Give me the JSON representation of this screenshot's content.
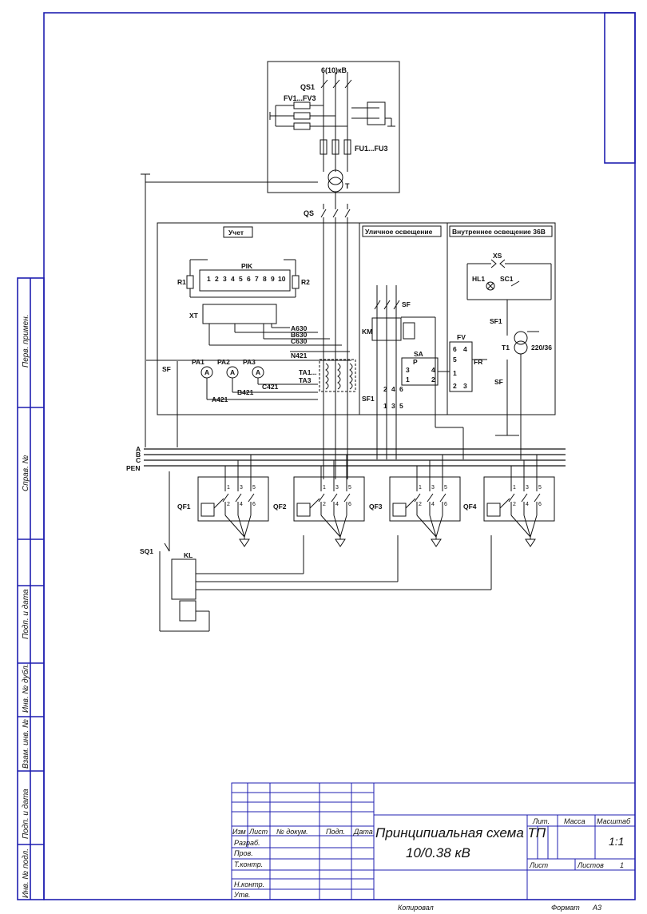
{
  "colors": {
    "frame": "#1f1fb0",
    "ink": "#111111"
  },
  "hv": {
    "voltage": "6(10)кВ",
    "disconnector": "QS1",
    "arresters": "FV1...FV3",
    "fuses": "FU1...FU3",
    "transformer": "T",
    "switch": "QS"
  },
  "metering": {
    "title": "Учет",
    "meter": "PIK",
    "terminals": [
      "1",
      "2",
      "3",
      "4",
      "5",
      "6",
      "7",
      "8",
      "9",
      "10"
    ],
    "r1": "R1",
    "r2": "R2",
    "terminal_block": "XT",
    "wires": [
      "A630",
      "B630",
      "C630",
      "N421"
    ],
    "ammeters": [
      "PA1",
      "PA2",
      "PA3"
    ],
    "ammeter_symbol": "A",
    "ct_labels": [
      "TA1...",
      "TA3"
    ],
    "wire_c421": "C421",
    "wire_b421": "B421",
    "wire_a421": "A421",
    "sf": "SF"
  },
  "street": {
    "title": "Уличное освещение",
    "sf": "SF",
    "km": "KM",
    "sa": "SA",
    "sa_p": "P",
    "sa_terms": [
      "3",
      "1",
      "4",
      "2"
    ],
    "fv": "FV",
    "fv_terms": [
      "6",
      "4",
      "5",
      "1",
      "2",
      "3"
    ],
    "fr": "FR",
    "sf1": "SF1",
    "km_out": [
      "2",
      "4",
      "6"
    ],
    "sf1_out": [
      "1",
      "3",
      "5"
    ]
  },
  "indoor": {
    "title": "Внутреннее освещение 36В",
    "xs": "XS",
    "hl1": "HL1",
    "sc1": "SC1",
    "sf1": "SF1",
    "t1": "T1",
    "ratio": "220/36",
    "sf": "SF"
  },
  "bus": {
    "labels": [
      "A",
      "B",
      "C",
      "PEN"
    ]
  },
  "feeders": [
    {
      "label": "QF1",
      "top": [
        "1",
        "3",
        "5"
      ],
      "bottom": [
        "2",
        "4",
        "6"
      ]
    },
    {
      "label": "QF2",
      "top": [
        "1",
        "3",
        "5"
      ],
      "bottom": [
        "2",
        "4",
        "6"
      ]
    },
    {
      "label": "QF3",
      "top": [
        "1",
        "3",
        "5"
      ],
      "bottom": [
        "2",
        "4",
        "6"
      ]
    },
    {
      "label": "QF4",
      "top": [
        "1",
        "3",
        "5"
      ],
      "bottom": [
        "2",
        "4",
        "6"
      ]
    }
  ],
  "control": {
    "sq1": "SQ1",
    "kl": "KL"
  },
  "side_stamps": [
    "Перв. примен.",
    "Справ. №",
    "Подп. и дата",
    "Инв. № дубл.",
    "Взам. инв. №",
    "Подп. и дата",
    "Инв. № подл."
  ],
  "title_block": {
    "headers": [
      "Изм",
      "Лист",
      "№ докум.",
      "Подп.",
      "Дата"
    ],
    "roles": [
      "Разраб.",
      "Пров.",
      "Т.контр.",
      "Н.контр.",
      "Утв."
    ],
    "title_line1": "Принципиальная схема ТП",
    "title_line2": "10/0.38 кВ",
    "lit": "Лит.",
    "mass": "Масса",
    "scale_label": "Масштаб",
    "scale": "1:1",
    "sheet": "Лист",
    "sheets": "Листов",
    "sheets_value": "1",
    "copied": "Копировал",
    "format": "Формат",
    "format_value": "А3"
  }
}
